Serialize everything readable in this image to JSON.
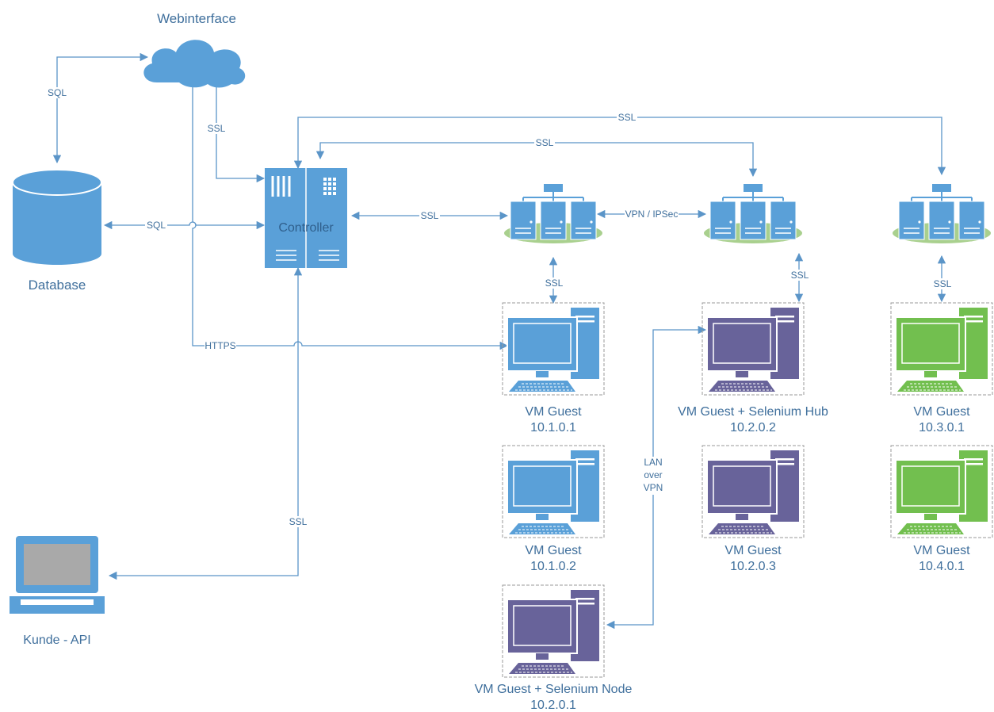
{
  "nodes": {
    "webinterface": "Webinterface",
    "database": "Database",
    "controller": "Controller",
    "kunde_api": "Kunde - API",
    "vm_1_0_1": {
      "name": "VM Guest",
      "ip": "10.1.0.1"
    },
    "vm_1_0_2": {
      "name": "VM Guest",
      "ip": "10.1.0.2"
    },
    "vm_2_0_1": {
      "name": "VM Guest + Selenium Node",
      "ip": "10.2.0.1"
    },
    "vm_2_0_2": {
      "name": "VM Guest + Selenium Hub",
      "ip": "10.2.0.2"
    },
    "vm_2_0_3": {
      "name": "VM Guest",
      "ip": "10.2.0.3"
    },
    "vm_3_0_1": {
      "name": "VM Guest",
      "ip": "10.3.0.1"
    },
    "vm_4_0_1": {
      "name": "VM Guest",
      "ip": "10.4.0.1"
    }
  },
  "edges": {
    "web_db": "SQL",
    "web_controller": "SSL",
    "controller_db": "SQL",
    "controller_cluster3": "SSL",
    "controller_cluster2": "SSL",
    "controller_cluster1": "SSL",
    "cluster1_cluster2": "VPN / IPSec",
    "cluster1_vm": "SSL",
    "cluster2_vm": "SSL",
    "cluster3_vm": "SSL",
    "web_vm": "HTTPS",
    "controller_kunde": "SSL",
    "lan_over_vpn": [
      "LAN",
      "over",
      "VPN"
    ]
  },
  "colors": {
    "line": "#5b95c8",
    "label": "#3f6f9c",
    "blue_device": "#5aa0d8",
    "purple_device": "#68639a",
    "green_device": "#72bf4f",
    "cluster_base": "#a9d08e"
  }
}
